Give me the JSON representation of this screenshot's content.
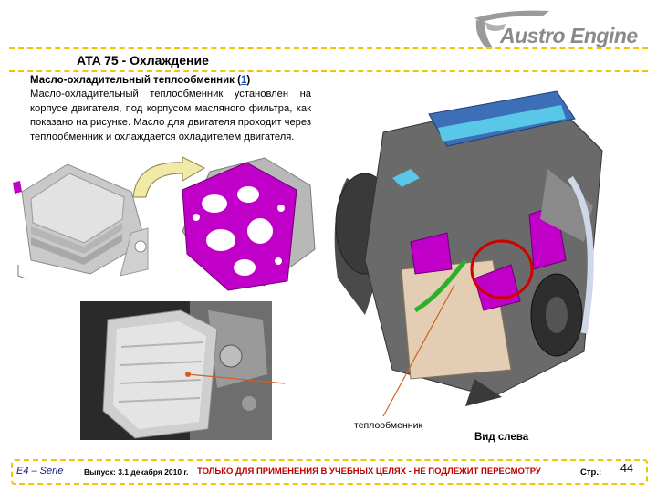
{
  "header": {
    "logo_text": "Austro Engine",
    "section_title": "ATA 75 - Охлаждение"
  },
  "body": {
    "heading_prefix": "Масло-охладительный теплообменник (",
    "heading_link": "1",
    "heading_suffix": ")",
    "text": "Масло-охладительный теплообменник установлен на корпусе двигателя, под корпусом масляного фильтра, как показано на рисунке. Масло для двигателя проходит через теплообменник и охлаждается охладителем двигателя."
  },
  "labels": {
    "exchanger": "теплообменник",
    "view": "Вид слева"
  },
  "footer": {
    "series": "E4 – Serie",
    "issue": "Выпуск: 3.1 декабря 2010 г.",
    "note": "ТОЛЬКО ДЛЯ ПРИМЕНЕНИЯ В УЧЕБНЫХ ЦЕЛЯХ - НЕ ПОДЛЕЖИТ ПЕРЕСМОТРУ",
    "page_label": "Стр.:",
    "page_number": "44"
  },
  "colors": {
    "accent": "#f2c500",
    "magenta": "#c000c8",
    "alert_red": "#d00000",
    "link_blue": "#1a55c8",
    "footer_red": "#c00000"
  }
}
